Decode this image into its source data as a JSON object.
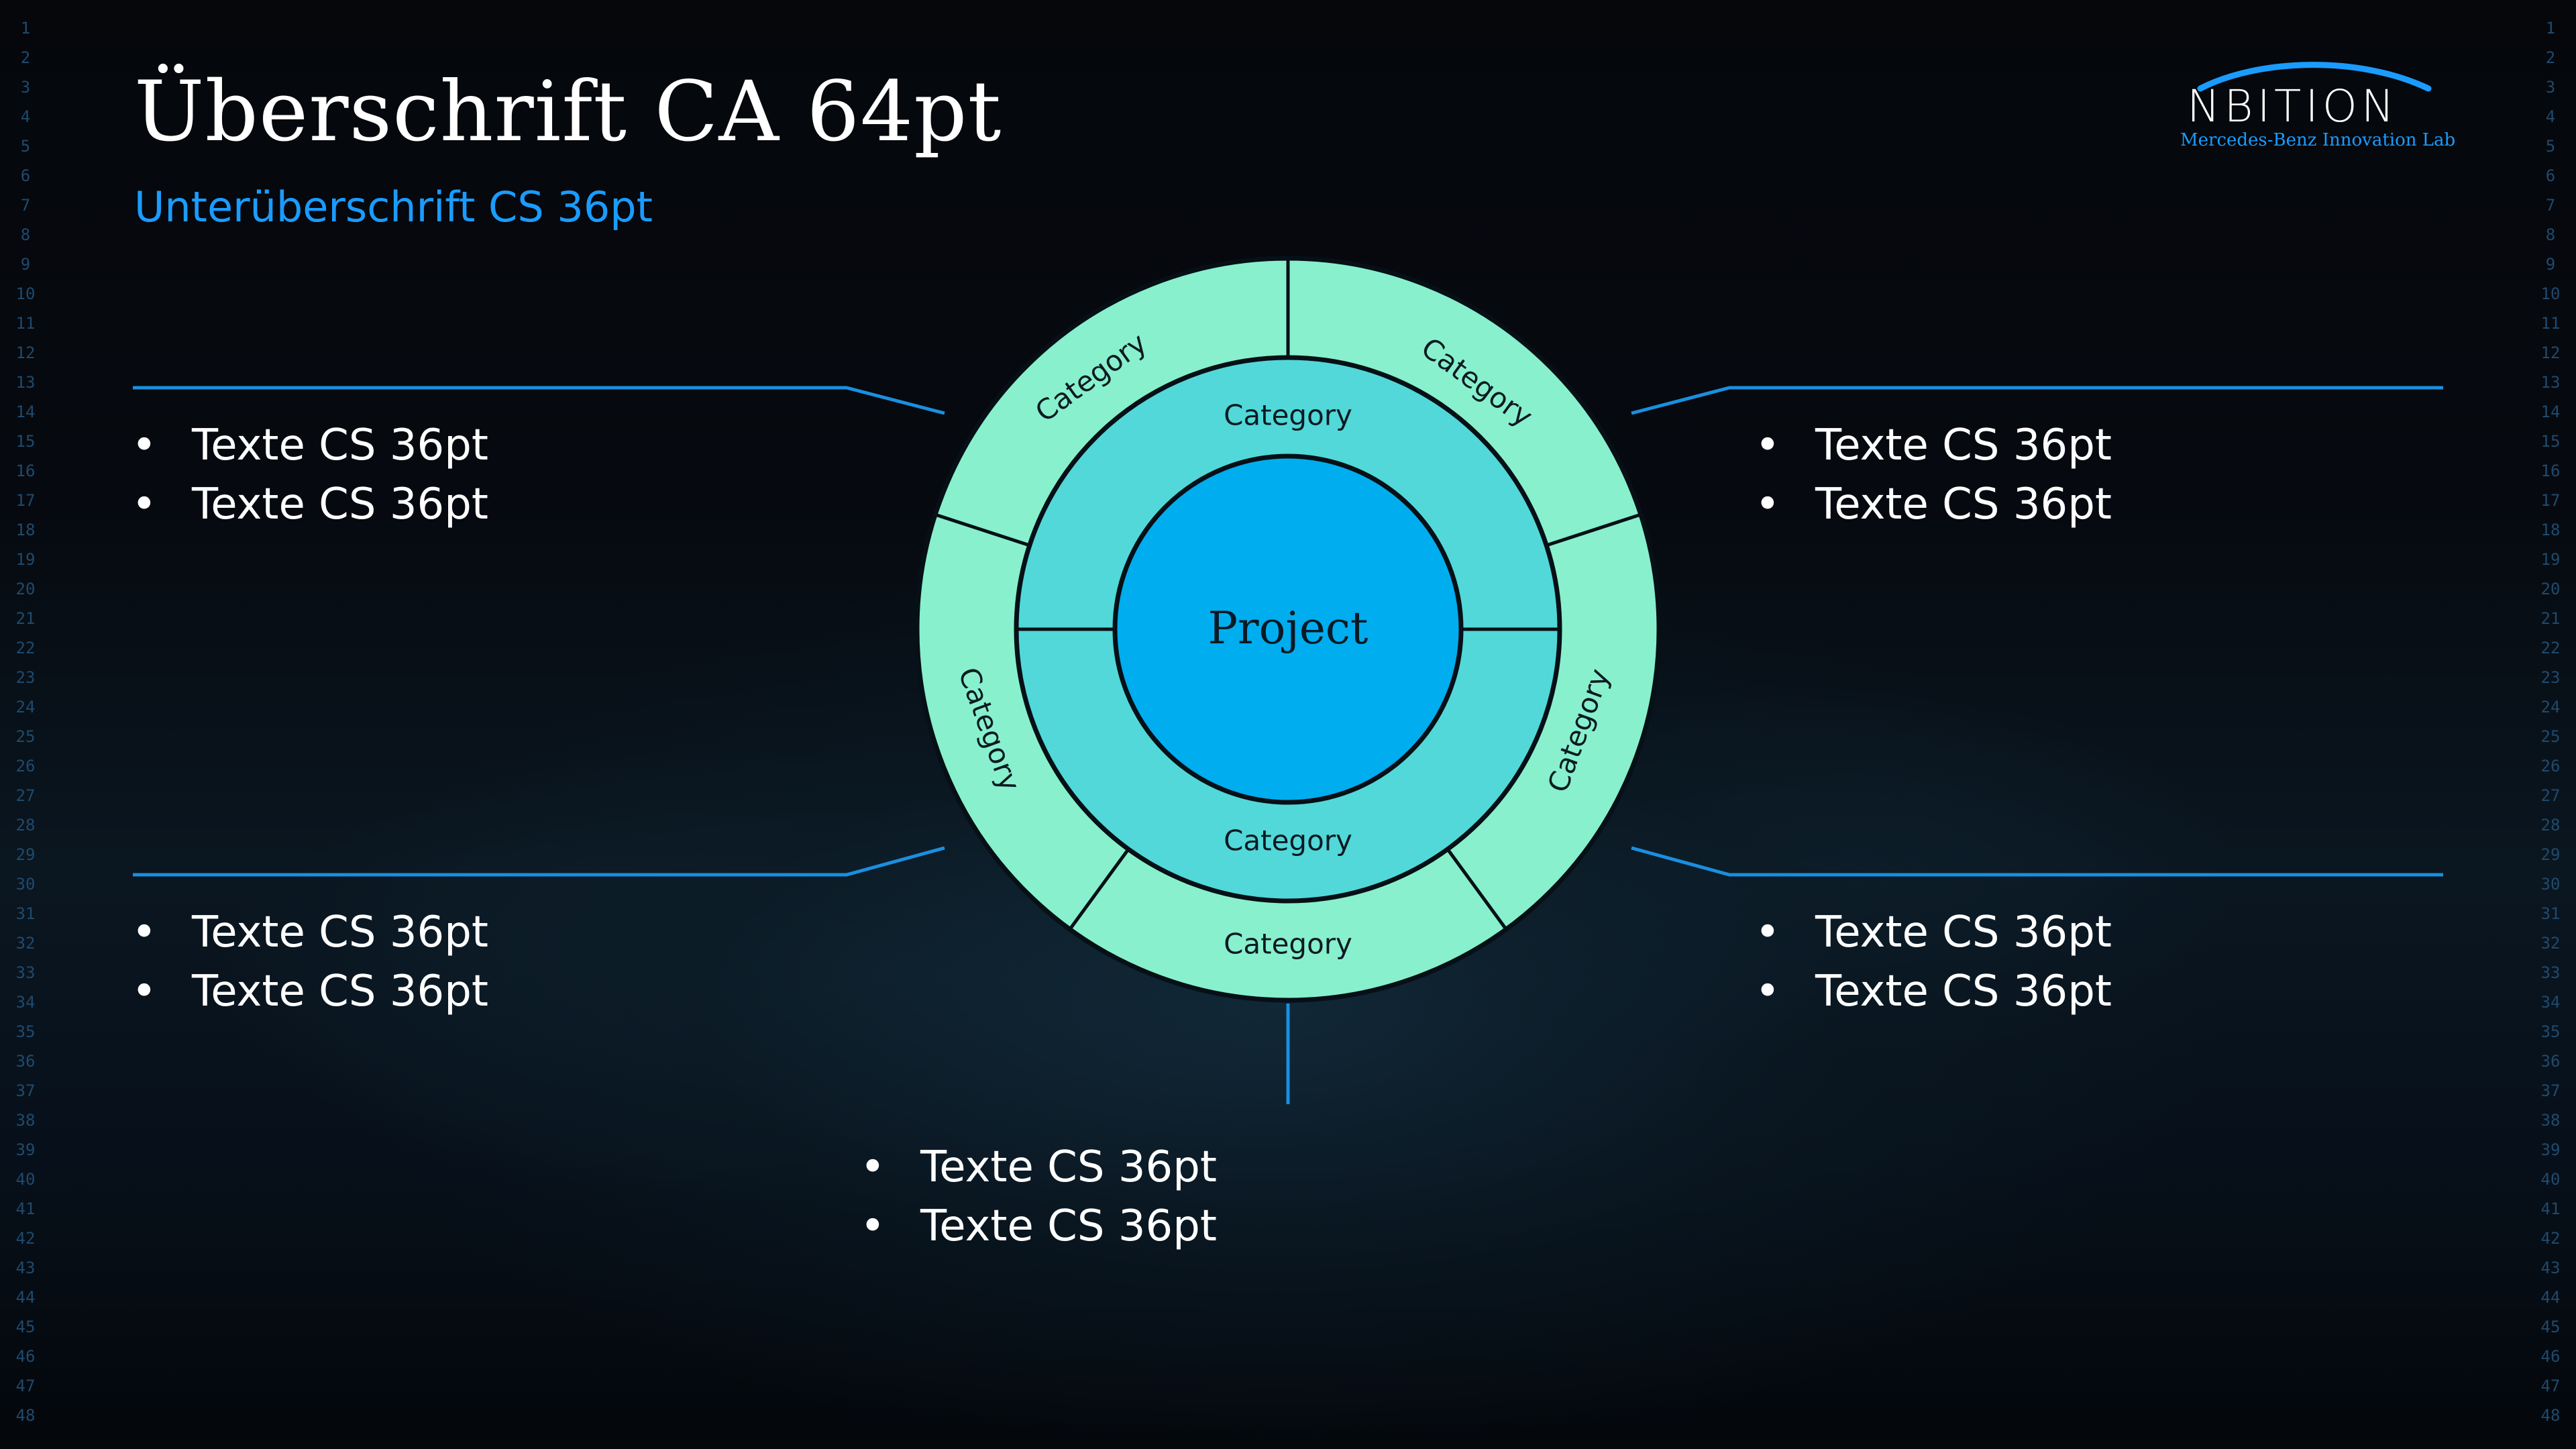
{
  "slide": {
    "title": "Überschrift CA 64pt",
    "subtitle": "Unterüberschrift CS 36pt"
  },
  "logo": {
    "wordmark": "NBITION",
    "tagline": "Mercedes-Benz Innovation Lab"
  },
  "gutter_numbers": [
    "1",
    "2",
    "3",
    "4",
    "5",
    "6",
    "7",
    "8",
    "9",
    "10",
    "11",
    "12",
    "13",
    "14",
    "15",
    "16",
    "17",
    "18",
    "19",
    "20",
    "21",
    "22",
    "23",
    "24",
    "25",
    "26",
    "27",
    "28",
    "29",
    "30",
    "31",
    "32",
    "33",
    "34",
    "35",
    "36",
    "37",
    "38",
    "39",
    "40",
    "41",
    "42",
    "43",
    "44",
    "45",
    "46",
    "47",
    "48"
  ],
  "diagram": {
    "center": "Project",
    "inner_ring": [
      "Category",
      "Category"
    ],
    "outer_ring": [
      "Category",
      "Category",
      "Category",
      "Category",
      "Category"
    ]
  },
  "text_blocks": {
    "top_left": [
      "Texte CS 36pt",
      "Texte CS 36pt"
    ],
    "top_right": [
      "Texte CS 36pt",
      "Texte CS 36pt"
    ],
    "bottom_left": [
      "Texte CS 36pt",
      "Texte CS 36pt"
    ],
    "bottom_right": [
      "Texte CS 36pt",
      "Texte CS 36pt"
    ],
    "bottom_center": [
      "Texte CS 36pt",
      "Texte CS 36pt"
    ]
  },
  "colors": {
    "outer_ring": "#88f0cc",
    "inner_ring": "#52d8d8",
    "center": "#00adef",
    "accent": "#1a9cff",
    "connector": "#1a8fe0",
    "text": "#ffffff"
  }
}
